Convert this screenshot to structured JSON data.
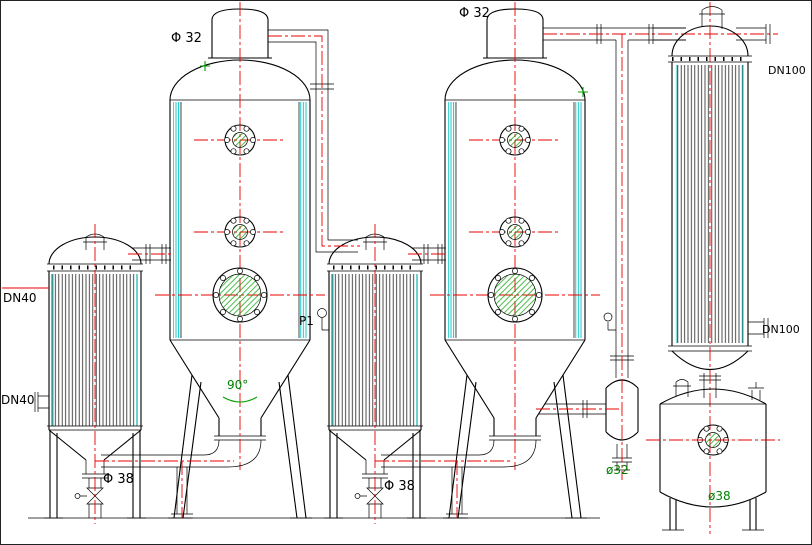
{
  "drawing": {
    "labels": {
      "vapor_1": "Φ 32",
      "vapor_2": "Φ 32",
      "drain_1": "Φ 38",
      "drain_2": "Φ 38",
      "dn40_upper": "DN40",
      "dn40_lower": "DN40",
      "dn100_top": "DN100",
      "dn100_side": "DN100",
      "pressure_point": "P1",
      "cone_angle": "90°",
      "separator_dia": "ø32",
      "receiver_dia": "ø38"
    },
    "colors": {
      "outline": "#000000",
      "centerline": "#e80000",
      "jacket_hatch": "#00c2c2",
      "tube_hatch": "#222222",
      "glass_hatch": "#00a000",
      "annotation": "#008000",
      "background": "#ffffff"
    }
  }
}
